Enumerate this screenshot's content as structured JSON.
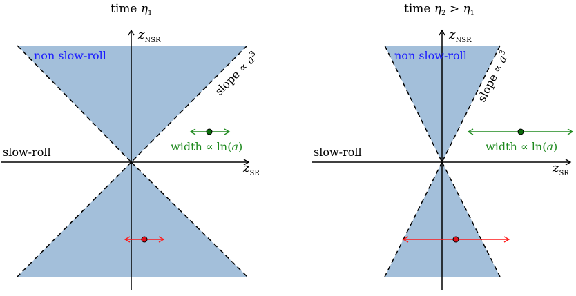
{
  "colors": {
    "region_fill": "#a3bfda",
    "nsr_text": "#1a1aff",
    "width_arrow": "#1f8a1f",
    "width_dot": "#0b6b0b",
    "red_arrow": "#ff1a1a",
    "red_dot": "#e0101a"
  },
  "panels": [
    {
      "title_prefix": "time ",
      "title_var": "η",
      "title_sub": "1",
      "title_suffix": "",
      "title_suffix_var": "",
      "title_suffix_sub": "",
      "z_nsr_var": "z",
      "z_nsr_sub": "NSR",
      "z_sr_var": "z",
      "z_sr_sub": "SR",
      "slow_roll_label": "slow-roll",
      "non_slow_roll_label": "non slow-roll",
      "slope_label": "slope ∝ ",
      "slope_var": "a",
      "slope_exp": "3",
      "width_label": "width ∝ ln(",
      "width_var": "a",
      "width_close": ")"
    },
    {
      "title_prefix": "time ",
      "title_var": "η",
      "title_sub": "2",
      "title_suffix": " > ",
      "title_suffix_var": "η",
      "title_suffix_sub": "1",
      "z_nsr_var": "z",
      "z_nsr_sub": "NSR",
      "z_sr_var": "z",
      "z_sr_sub": "SR",
      "slow_roll_label": "slow-roll",
      "non_slow_roll_label": "non slow-roll",
      "slope_label": "slope ∝ ",
      "slope_var": "a",
      "slope_exp": "3",
      "width_label": "width ∝ ln(",
      "width_var": "a",
      "width_close": ")"
    }
  ]
}
